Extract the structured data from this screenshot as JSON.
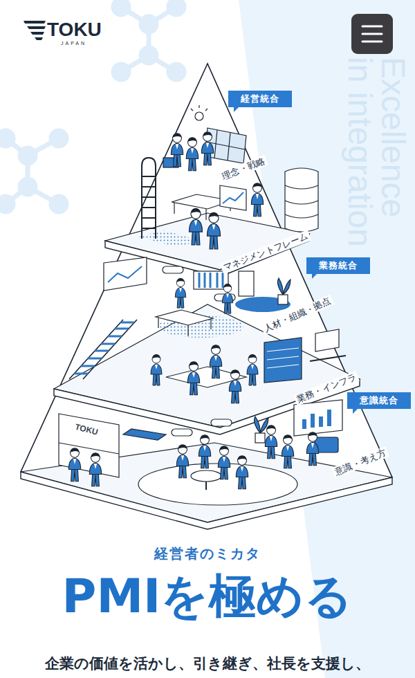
{
  "diagram": {
    "title": "PMIを極める",
    "nodes": [
      {
        "text": [
          "経営統合"
        ]
      },
      {
        "text": [
          "業務統合"
        ]
      },
      {
        "text": [
          "意識統合"
        ]
      }
    ],
    "labels": [
      "TOKU",
      "JAPAN",
      "Excellence in integration",
      "理念・戦略",
      "マネジメントフレーム",
      "人材・組織・拠点",
      "業務・インフラ",
      "意識・考え方",
      "TOKU",
      "経営者のミカタ",
      "企業の価値を活かし、引き継ぎ、社長を支援し、"
    ]
  }
}
